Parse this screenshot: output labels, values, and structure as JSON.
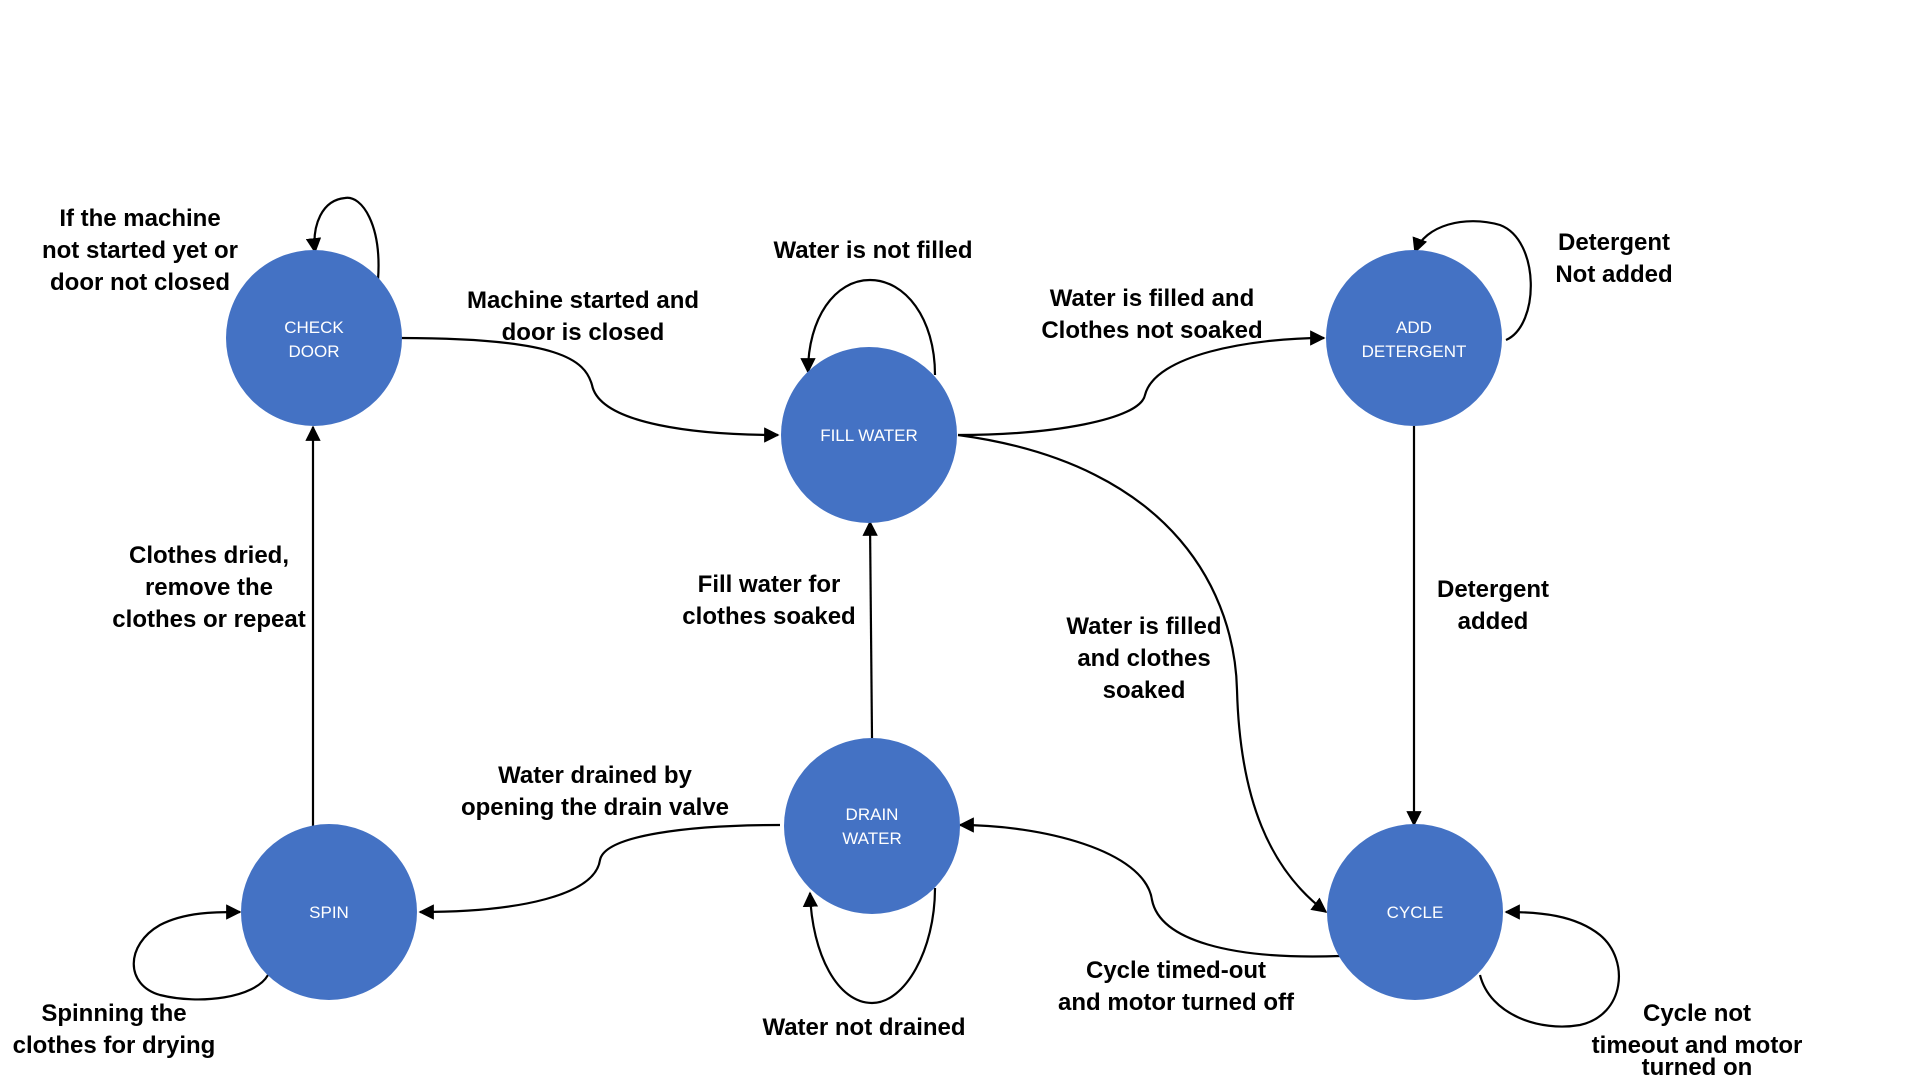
{
  "colors": {
    "node_fill": "#4472C4",
    "node_text": "#FFFFFF",
    "edge": "#000000",
    "label": "#000000"
  },
  "states": {
    "check_door": [
      "CHECK",
      "DOOR"
    ],
    "fill_water": [
      "FILL WATER"
    ],
    "add_detergent": [
      "ADD",
      "DETERGENT"
    ],
    "drain_water": [
      "DRAIN",
      "WATER"
    ],
    "spin": [
      "SPIN"
    ],
    "cycle": [
      "CYCLE"
    ]
  },
  "transitions": {
    "check_door_self": [
      "If the machine",
      "not started yet or",
      "door not closed"
    ],
    "check_door_to_fill_water": [
      "Machine started and",
      "door is closed"
    ],
    "fill_water_self": [
      "Water is not filled"
    ],
    "fill_water_to_add_detergent": [
      "Water is filled and",
      "Clothes not soaked"
    ],
    "add_detergent_self": [
      "Detergent",
      "Not added"
    ],
    "add_detergent_to_cycle": [
      "Detergent",
      "added"
    ],
    "fill_water_to_cycle": [
      "Water is filled",
      "and clothes",
      "soaked"
    ],
    "drain_water_to_fill_water": [
      "Fill water for",
      "clothes soaked"
    ],
    "spin_to_check_door": [
      "Clothes dried,",
      "remove the",
      "clothes or repeat"
    ],
    "drain_water_to_spin": [
      "Water drained by",
      "opening the drain valve"
    ],
    "drain_water_self": [
      "Water not drained"
    ],
    "cycle_to_drain_water": [
      "Cycle timed-out",
      "and motor turned off"
    ],
    "cycle_self": [
      "Cycle not",
      "timeout and motor",
      "turned on"
    ],
    "spin_self": [
      "Spinning the",
      "clothes for drying"
    ]
  }
}
